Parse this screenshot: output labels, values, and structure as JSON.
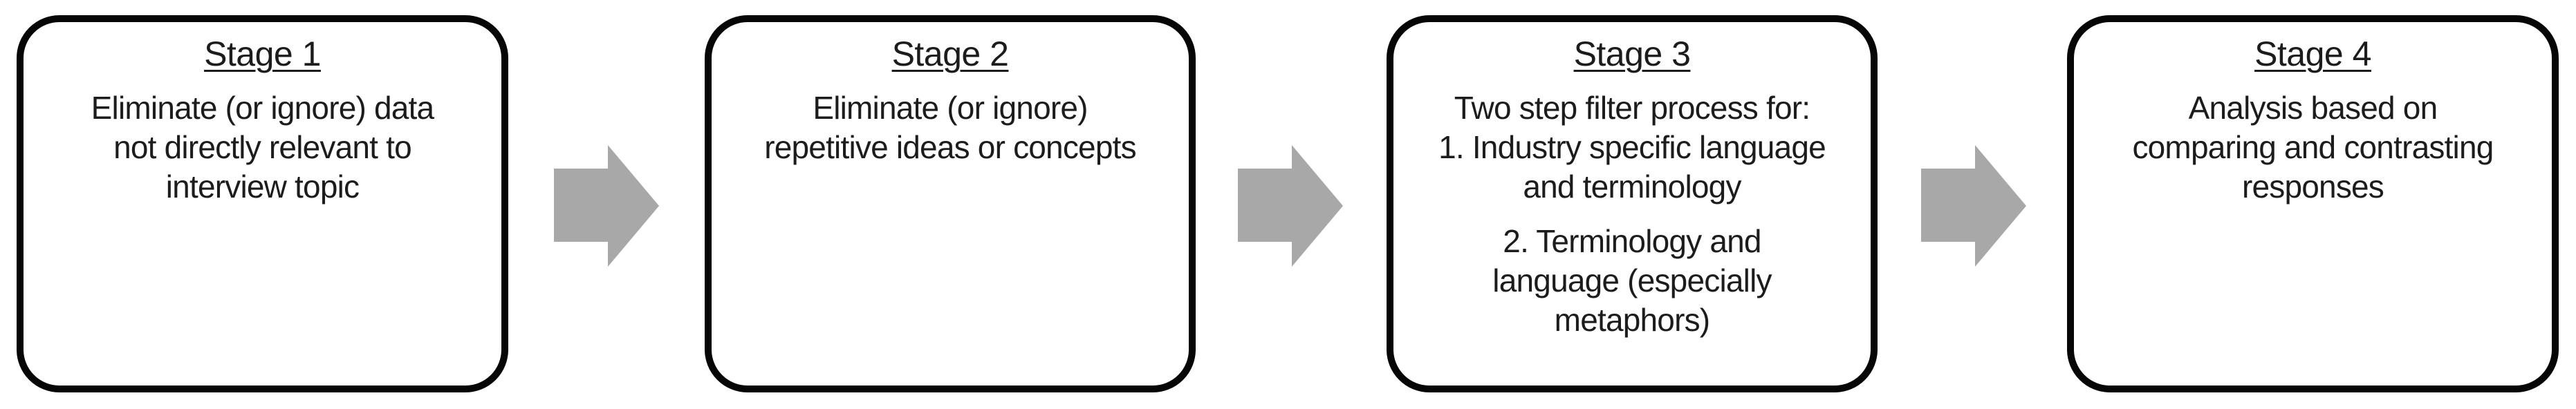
{
  "figure": {
    "type": "process-flow",
    "background_color": "#ffffff",
    "box_border_color": "#060606",
    "text_color": "#1c1c1c",
    "arrow_color": "#a8a8a8",
    "arrow_icon": "right-block-arrow",
    "stages": [
      {
        "title": "Stage 1",
        "paragraphs": [
          [
            "Eliminate (or ignore) data",
            "not directly relevant to",
            "interview topic"
          ]
        ]
      },
      {
        "title": "Stage 2",
        "paragraphs": [
          [
            "Eliminate (or ignore)",
            "repetitive ideas or concepts"
          ]
        ]
      },
      {
        "title": "Stage 3",
        "paragraphs": [
          [
            "Two step filter process for:",
            "1. Industry specific language",
            "and terminology"
          ],
          [
            "2. Terminology and",
            "language (especially",
            "metaphors)"
          ]
        ]
      },
      {
        "title": "Stage 4",
        "paragraphs": [
          [
            "Analysis based on",
            "comparing and contrasting",
            "responses"
          ]
        ]
      }
    ]
  }
}
